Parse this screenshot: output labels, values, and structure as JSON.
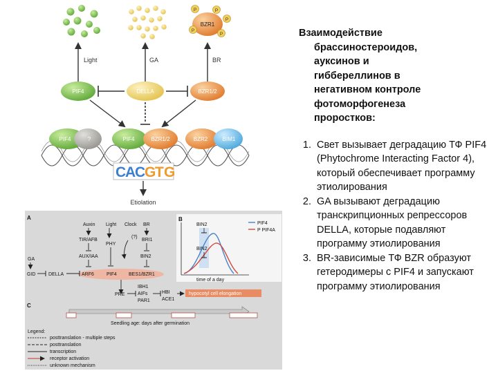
{
  "top_diagram": {
    "labels": {
      "light": "Light",
      "ga": "GA",
      "br": "BR",
      "pif4_upper": "PIF4",
      "della": "DELLA",
      "bzr12_upper": "BZR1/2",
      "bzr1_degraded": "BZR1",
      "phospho": "P",
      "pif4_lower_left": "PIF4",
      "unknown_factor": "?",
      "pif4_complex": "PIF4",
      "bzr12_complex": "BZR1/2",
      "bzr2": "BZR2",
      "bim1": "BIM1",
      "etiolation": "Etiolation"
    },
    "motif_letters": [
      "C",
      "A",
      "C",
      "G",
      "T",
      "G"
    ],
    "colors": {
      "light_green": "#5fba47",
      "ga_yellow": "#e9cb5a",
      "br_orange": "#e7813a",
      "pif4_green": "#8fc64c",
      "della_yellow": "#f3d36a",
      "bzr_orange": "#ec8d3d",
      "bim1_blue": "#64b9e6",
      "unknown_gray": "#a8a6a1",
      "motif_blue": "#3d7fcf",
      "motif_orange": "#ee9a2f"
    }
  },
  "bottom_diagram": {
    "panel_a": {
      "letter": "A",
      "labels": [
        "Auxin",
        "Light",
        "Clock",
        "BR",
        "TIR/AFB",
        "PHY",
        "(?)",
        "BRI1",
        "AUX/IAA",
        "BIN2",
        "GA",
        "GID",
        "DELLA",
        "ARF6",
        "PIF4",
        "BES1/BZR1",
        "IBH1",
        "AIFs",
        "PAR1",
        "PRE",
        "HBI",
        "ACE1",
        "hypocotyl cell elongation"
      ]
    },
    "panel_b": {
      "letter": "B",
      "legend": [
        "PIF4",
        "P PIF4A"
      ],
      "bin_labels": [
        "BIN2",
        "BIN2"
      ],
      "xlabel": "time of a day"
    },
    "panel_c": {
      "letter": "C",
      "caption": "Seedling age: days after germination"
    },
    "legend": {
      "title": "Legend:",
      "items": [
        "posttranslation - multiple steps",
        "posttranslation",
        "transcription",
        "receptor activation",
        "unknown mechanism"
      ]
    }
  },
  "text_panel": {
    "title_lines": [
      "Взаимодействие",
      "брассиностероидов,",
      "ауксинов  и",
      "гиббереллинов в",
      "негативном контроле",
      "фотоморфогенеза",
      "проростков:"
    ],
    "items": [
      "Свет вызывает деградацию ТФ PIF4 (Phytochrome Interacting Factor 4), который обеспечивает программу этиолирования",
      "GA вызывают деградацию транскрипционных репрессоров DELLA, которые подавляют программу этиолирования",
      "BR-зависимые ТФ BZR образуют гетеродимеры с PIF4 и запускают программу этиолирования"
    ]
  }
}
